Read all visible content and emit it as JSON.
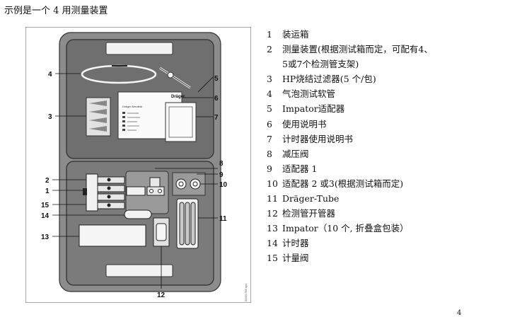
{
  "caption": "示例是一个 4 用测量装置",
  "figure": {
    "callouts": [
      "1",
      "2",
      "3",
      "4",
      "5",
      "6",
      "7",
      "8",
      "9",
      "10",
      "11",
      "12",
      "13",
      "14",
      "15"
    ],
    "manual_title": "Dräger",
    "manual_subtitle": "Dräger Aerotest",
    "vertical_code": "00321785.eps"
  },
  "legend": [
    {
      "num": "1",
      "text": "装运箱"
    },
    {
      "num": "2",
      "text": "测量装置(根据测试箱而定，可配有4、",
      "text2": "5或7个检测管支架)"
    },
    {
      "num": "3",
      "text": "HP烧结过滤器(5 个/包)"
    },
    {
      "num": "4",
      "text": "气泡测试软管"
    },
    {
      "num": "5",
      "text": "Impator适配器"
    },
    {
      "num": "6",
      "text": "使用说明书"
    },
    {
      "num": "7",
      "text": "计时器使用说明书"
    },
    {
      "num": "8",
      "text": "减压阀"
    },
    {
      "num": "9",
      "text": "适配器 1"
    },
    {
      "num": "10",
      "text": "适配器 2 或3(根据测试箱而定)"
    },
    {
      "num": "11",
      "text": "Dräger-Tube"
    },
    {
      "num": "12",
      "text": "检测管开管器"
    },
    {
      "num": "13",
      "text": "Impator（10 个, 折叠盒包装）"
    },
    {
      "num": "14",
      "text": "计时器"
    },
    {
      "num": "15",
      "text": "计量阀"
    }
  ],
  "page_number": "4"
}
